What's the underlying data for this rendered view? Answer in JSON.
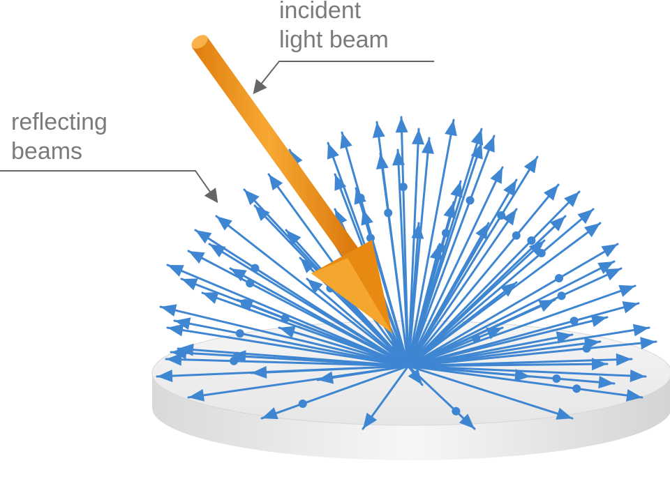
{
  "labels": {
    "incident_line1": "incident",
    "incident_line2": "light beam",
    "reflect_line1": "reflecting",
    "reflect_line2": "beams"
  },
  "colors": {
    "incident_beam": "#f39a1e",
    "reflected_beams": "#3f86d2",
    "leader_lines": "#666666",
    "label_text": "#7a7a7a",
    "surface": "#ededed"
  },
  "diagram": {
    "type": "diffuse reflection illustration",
    "reflected_beam_style": "arrows radiating in a hemisphere from point of incidence",
    "incident_beam_style": "thick orange arrow striking surface at an angle"
  }
}
